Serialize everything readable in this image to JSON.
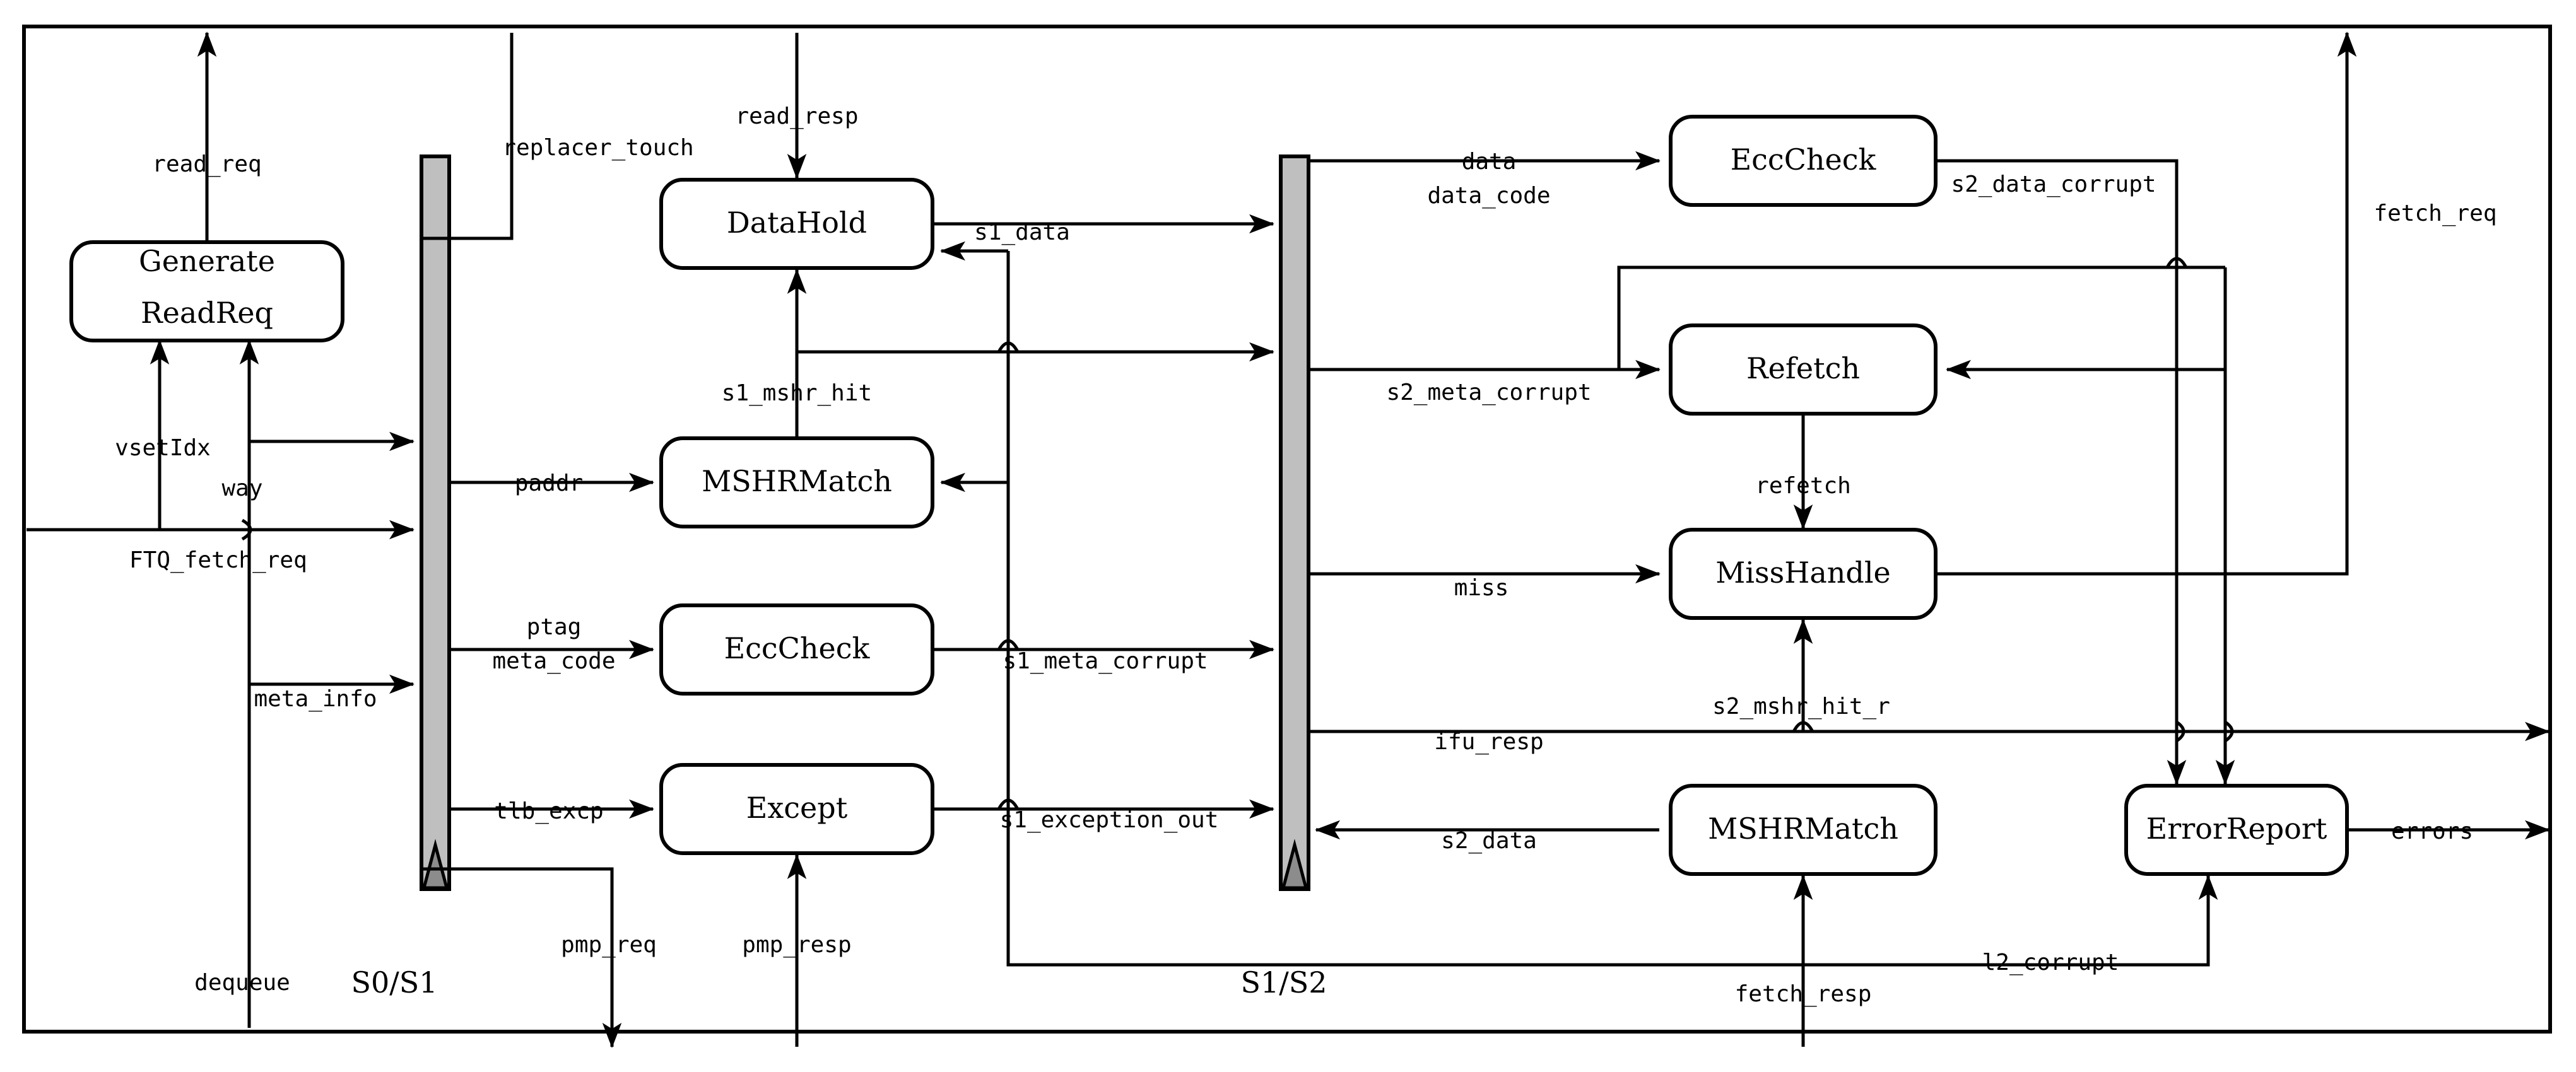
{
  "diagram": {
    "title": "ICache pipeline block diagram",
    "stage_labels": [
      {
        "id": "s0s1",
        "text": "S0/S1"
      },
      {
        "id": "s1s2",
        "text": "S1/S2"
      }
    ],
    "modules": [
      {
        "id": "generate-read-req",
        "line1": "Generate",
        "line2": "ReadReq"
      },
      {
        "id": "data-hold",
        "label": "DataHold"
      },
      {
        "id": "mshr-match-s1",
        "label": "MSHRMatch"
      },
      {
        "id": "ecc-check-s1",
        "label": "EccCheck"
      },
      {
        "id": "except",
        "label": "Except"
      },
      {
        "id": "ecc-check-s2",
        "label": "EccCheck"
      },
      {
        "id": "refetch",
        "label": "Refetch"
      },
      {
        "id": "miss-handle",
        "label": "MissHandle"
      },
      {
        "id": "mshr-match-s2",
        "label": "MSHRMatch"
      },
      {
        "id": "error-report",
        "label": "ErrorReport"
      }
    ],
    "signals": [
      {
        "id": "read-req",
        "text": "read_req"
      },
      {
        "id": "replacer-touch",
        "text": "replacer_touch"
      },
      {
        "id": "read-resp",
        "text": "read_resp"
      },
      {
        "id": "data",
        "text": "data"
      },
      {
        "id": "data-code",
        "text": "data_code"
      },
      {
        "id": "s2-data-corrupt",
        "text": "s2_data_corrupt"
      },
      {
        "id": "fetch-req",
        "text": "fetch_req"
      },
      {
        "id": "s1-data",
        "text": "s1_data"
      },
      {
        "id": "s2-meta-corrupt",
        "text": "s2_meta_corrupt"
      },
      {
        "id": "vset-idx",
        "text": "vsetIdx"
      },
      {
        "id": "way",
        "text": "way"
      },
      {
        "id": "s1-mshr-hit",
        "text": "s1_mshr_hit"
      },
      {
        "id": "paddr",
        "text": "paddr"
      },
      {
        "id": "ftq-fetch-req",
        "text": "FTQ_fetch_req"
      },
      {
        "id": "refetch-sig",
        "text": "refetch"
      },
      {
        "id": "miss",
        "text": "miss"
      },
      {
        "id": "ptag",
        "text": "ptag"
      },
      {
        "id": "meta-code",
        "text": "meta_code"
      },
      {
        "id": "s1-meta-corrupt",
        "text": "s1_meta_corrupt"
      },
      {
        "id": "s2-mshr-hit-r",
        "text": "s2_mshr_hit_r"
      },
      {
        "id": "meta-info",
        "text": "meta_info"
      },
      {
        "id": "ifu-resp",
        "text": "ifu_resp"
      },
      {
        "id": "tlb-excp",
        "text": "tlb_excp"
      },
      {
        "id": "s1-exception-out",
        "text": "s1_exception_out"
      },
      {
        "id": "s2-data",
        "text": "s2_data"
      },
      {
        "id": "errors",
        "text": "errors"
      },
      {
        "id": "dequeue",
        "text": "dequeue"
      },
      {
        "id": "pmp-req",
        "text": "pmp_req"
      },
      {
        "id": "pmp-resp",
        "text": "pmp_resp"
      },
      {
        "id": "l2-corrupt",
        "text": "l2_corrupt"
      },
      {
        "id": "fetch-resp",
        "text": "fetch_resp"
      }
    ],
    "colors": {
      "register_fill": "#bfbfbf",
      "register_triangle_fill": "#8c8c8c",
      "line": "#000000",
      "background": "#ffffff"
    }
  }
}
